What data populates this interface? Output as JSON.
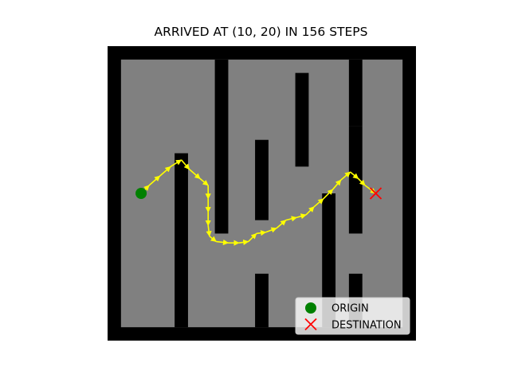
{
  "chart_data": {
    "type": "scatter",
    "title": "ARRIVED AT (10, 20) IN 156 STEPS",
    "grid": false,
    "axes_visible": false,
    "xlim": [
      0,
      23
    ],
    "ylim": [
      0,
      22
    ],
    "colors": {
      "floor": "#808080",
      "wall": "#000000",
      "path": "#ffff00",
      "origin": "#008000",
      "destination": "#ff0000"
    },
    "legend": {
      "placement": "lower-right",
      "entries": [
        {
          "label": "ORIGIN",
          "marker": "circle",
          "color": "#008000"
        },
        {
          "label": "DESTINATION",
          "marker": "x",
          "color": "#ff0000"
        }
      ]
    },
    "walls": [
      {
        "x": 0,
        "y": 0,
        "w": 23,
        "h": 1
      },
      {
        "x": 0,
        "y": 21,
        "w": 23,
        "h": 1
      },
      {
        "x": 0,
        "y": 0,
        "w": 1,
        "h": 22
      },
      {
        "x": 22,
        "y": 0,
        "w": 1,
        "h": 22
      },
      {
        "x": 5,
        "y": 1,
        "w": 1,
        "h": 13
      },
      {
        "x": 8,
        "y": 8,
        "w": 1,
        "h": 13
      },
      {
        "x": 11,
        "y": 1,
        "w": 1,
        "h": 4
      },
      {
        "x": 11,
        "y": 9,
        "w": 1,
        "h": 6
      },
      {
        "x": 14,
        "y": 13,
        "w": 1,
        "h": 7
      },
      {
        "x": 16,
        "y": 1,
        "w": 1,
        "h": 10
      },
      {
        "x": 18,
        "y": 8,
        "w": 1,
        "h": 8
      },
      {
        "x": 18,
        "y": 16,
        "w": 1,
        "h": 5
      },
      {
        "x": 18,
        "y": 1,
        "w": 1,
        "h": 4
      }
    ],
    "path": [
      [
        2.5,
        11.0
      ],
      [
        3.1,
        11.6
      ],
      [
        3.9,
        12.3
      ],
      [
        4.7,
        13.0
      ],
      [
        5.5,
        13.5
      ],
      [
        6.1,
        12.8
      ],
      [
        6.9,
        12.1
      ],
      [
        7.5,
        11.6
      ],
      [
        7.5,
        10.6
      ],
      [
        7.5,
        9.6
      ],
      [
        7.5,
        8.6
      ],
      [
        7.6,
        7.8
      ],
      [
        8.1,
        7.4
      ],
      [
        9.0,
        7.3
      ],
      [
        9.8,
        7.3
      ],
      [
        10.5,
        7.4
      ],
      [
        11.1,
        8.0
      ],
      [
        11.8,
        8.1
      ],
      [
        12.6,
        8.4
      ],
      [
        13.3,
        9.0
      ],
      [
        14.1,
        9.2
      ],
      [
        14.8,
        9.4
      ],
      [
        15.4,
        10.0
      ],
      [
        16.1,
        10.6
      ],
      [
        16.8,
        11.3
      ],
      [
        17.4,
        12.0
      ],
      [
        18.1,
        12.6
      ],
      [
        18.7,
        12.1
      ],
      [
        19.2,
        11.6
      ],
      [
        20.0,
        11.0
      ]
    ],
    "origin": {
      "x": 2.5,
      "y": 11.0,
      "label": "ORIGIN"
    },
    "destination": {
      "x": 20.0,
      "y": 11.0,
      "label": "DESTINATION"
    }
  }
}
